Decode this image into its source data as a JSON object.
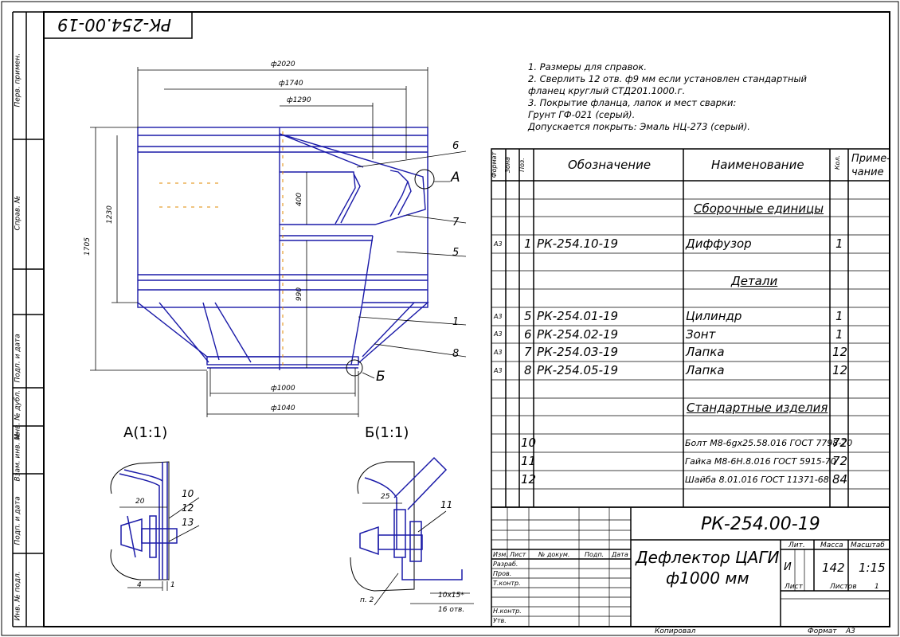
{
  "stamp_rotated": "РК-254.00-19",
  "side_labels": [
    "Перв. примен.",
    "Справ. №",
    "Подп. и дата",
    "Инв. № дубл.",
    "Взам. инв. №",
    "Подп. и дата",
    "Инв. № подл."
  ],
  "dims": {
    "d2020": "ф2020",
    "d1740": "ф1740",
    "d1290": "ф1290",
    "d1000": "ф1000",
    "d1040": "ф1040",
    "h1705": "1705",
    "h1230": "1230",
    "h400": "400",
    "h990": "990"
  },
  "callouts": {
    "c6": "6",
    "c7": "7",
    "c5": "5",
    "c1": "1",
    "c8": "8",
    "A": "А",
    "B": "Б"
  },
  "detail_a": {
    "title": "А(1:1)",
    "d20": "20",
    "n10": "10",
    "n12": "12",
    "n13": "13",
    "d4": "4",
    "d1": "1"
  },
  "detail_b": {
    "title": "Б(1:1)",
    "d25": "25",
    "n11": "11",
    "p2": "п. 2",
    "d10x15": "10х15*",
    "d16": "16 отв."
  },
  "notes": [
    "1. Размеры для справок.",
    "2. Сверлить 12 отв. ф9 мм если установлен стандартный",
    "фланец круглый СТД201.1000.г.",
    "3. Покрытие фланца, лапок и мест сварки:",
    "Грунт ГФ-021 (серый).",
    "Допускается покрыть: Эмаль НЦ-273 (серый)."
  ],
  "spec_header": {
    "format": "Формат",
    "zone": "Зона",
    "pos": "Поз.",
    "designation": "Обозначение",
    "name": "Наименование",
    "qty": "Кол.",
    "note1": "Приме-",
    "note2": "чание"
  },
  "spec_sections": {
    "assemblies": "Сборочные единицы",
    "parts": "Детали",
    "standard": "Стандартные изделия"
  },
  "spec_rows": [
    {
      "format": "А3",
      "pos": "1",
      "designation": "РК-254.10-19",
      "name": "Диффузор",
      "qty": "1"
    },
    {
      "format": "А3",
      "pos": "5",
      "designation": "РК-254.01-19",
      "name": "Цилиндр",
      "qty": "1"
    },
    {
      "format": "А3",
      "pos": "6",
      "designation": "РК-254.02-19",
      "name": "Зонт",
      "qty": "1"
    },
    {
      "format": "А3",
      "pos": "7",
      "designation": "РК-254.03-19",
      "name": "Лапка",
      "qty": "12"
    },
    {
      "format": "А3",
      "pos": "8",
      "designation": "РК-254.05-19",
      "name": "Лапка",
      "qty": "12"
    }
  ],
  "std_rows": [
    {
      "pos": "10",
      "name": "Болт М8-6gх25.58.016 ГОСТ 7798-70",
      "qty": "72"
    },
    {
      "pos": "11",
      "name": "Гайка М8-6Н.8.016 ГОСТ 5915-70",
      "qty": "72"
    },
    {
      "pos": "12",
      "name": "Шайба 8.01.016 ГОСТ 11371-68",
      "qty": "84"
    }
  ],
  "title_block": {
    "code": "РК-254.00-19",
    "title1": "Дефлектор ЦАГИ",
    "title2": "ф1000 мм",
    "lit": "Лит.",
    "mass": "Масса",
    "scale": "Масштаб",
    "lit_val": "И",
    "mass_val": "142",
    "scale_val": "1:15",
    "sheet": "Лист",
    "sheets": "Листов",
    "sheets_val": "1",
    "izm": "Изм.",
    "list": "Лист",
    "doc": "№ докум.",
    "sign": "Подп.",
    "date": "Дата",
    "roles": [
      "Разраб.",
      "Пров.",
      "Т.контр.",
      "",
      "Н.контр.",
      "Утв."
    ]
  },
  "footer": {
    "copied": "Копировал",
    "format_label": "Формат",
    "format_val": "А3"
  },
  "colors": {
    "line": "#000000",
    "part": "#1a1aa8",
    "center": "#e08a00"
  }
}
